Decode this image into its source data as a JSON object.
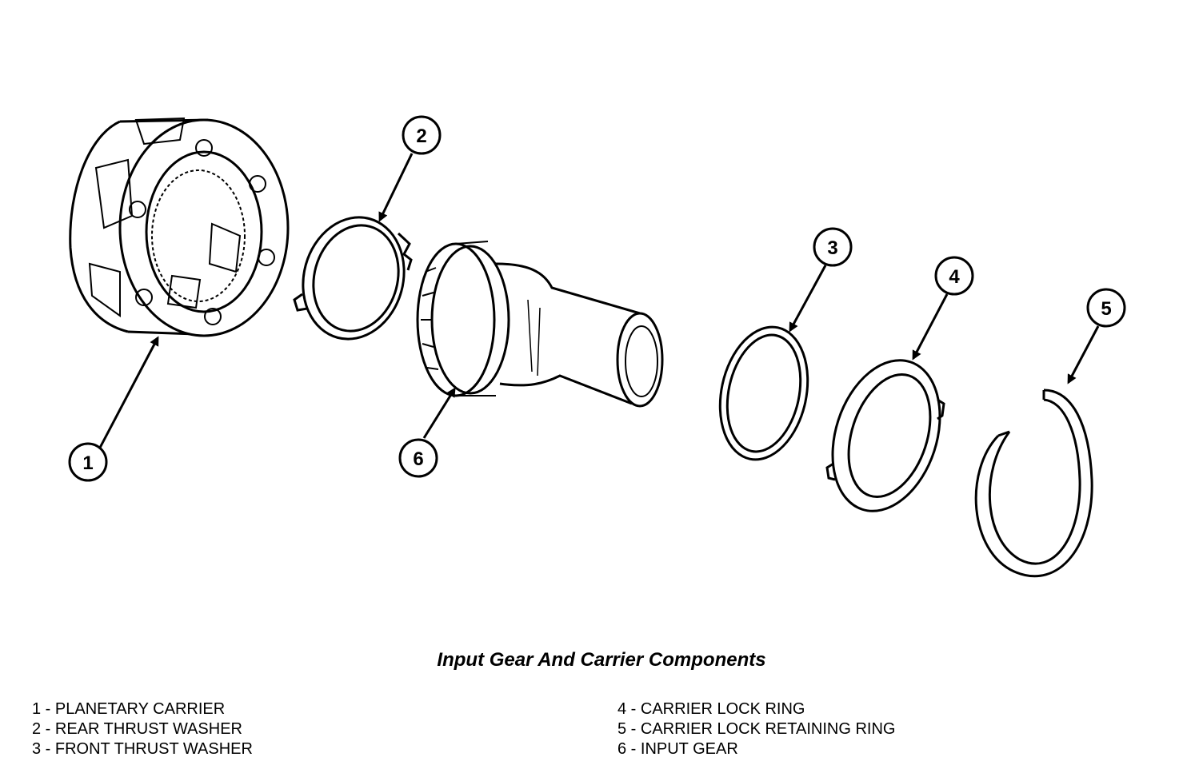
{
  "caption": "Input Gear And Carrier Components",
  "callouts": [
    "1",
    "2",
    "3",
    "4",
    "5",
    "6"
  ],
  "legend": {
    "left": [
      "1 - PLANETARY CARRIER",
      "2 - REAR THRUST WASHER",
      "3 - FRONT THRUST WASHER"
    ],
    "right": [
      "4 - CARRIER LOCK RING",
      "5 - CARRIER LOCK RETAINING RING",
      "6 - INPUT GEAR"
    ]
  }
}
